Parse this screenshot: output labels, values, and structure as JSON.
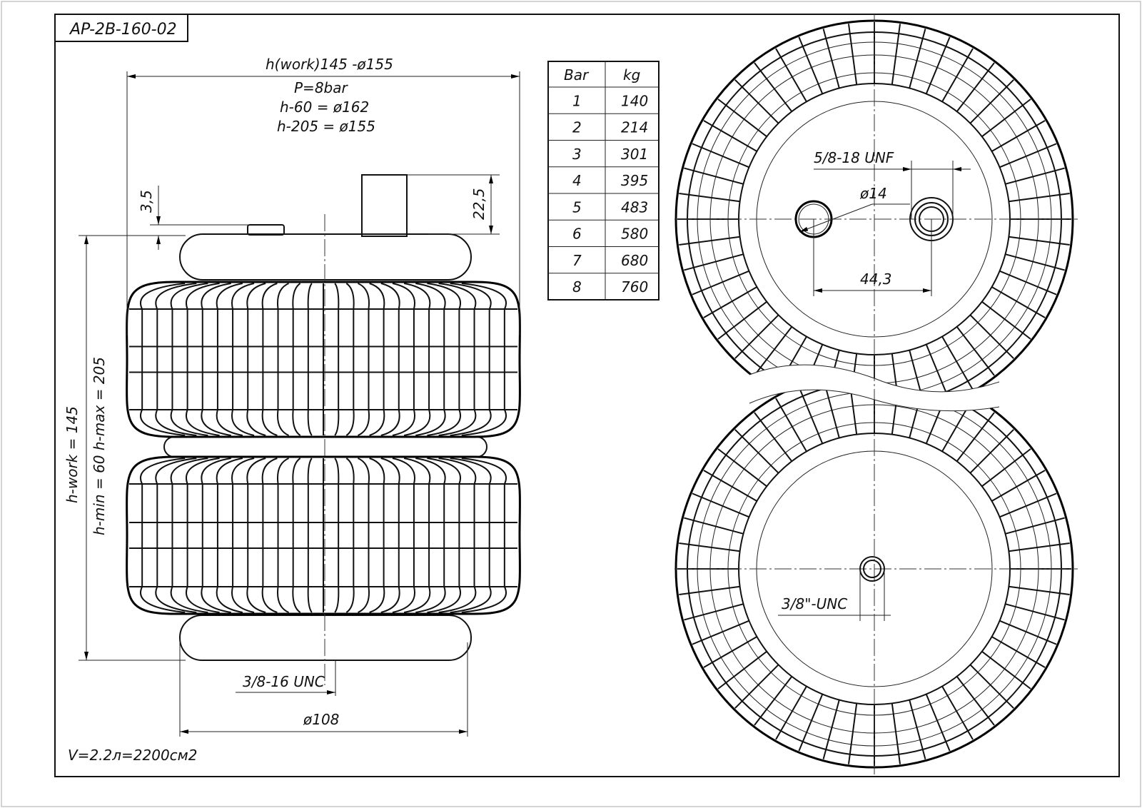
{
  "title": "AP-2B-160-02",
  "notes": {
    "top_dim": "h(work)145 -ø155",
    "pressure": "P=8bar",
    "h60": "h-60 = ø162",
    "h205": "h-205 = ø155",
    "volume": "V=2.2л=2200см2"
  },
  "dims": {
    "d35": "3,5",
    "d225": "22,5",
    "hwork": "h-work = 145",
    "hminmax": "h-min = 60   h-max = 205",
    "bottom_thread": "3/8-16 UNC",
    "d108": "ø108",
    "top_thread": "5/8-18 UNF",
    "d14": "ø14",
    "d443": "44,3",
    "bottom_view_thread": "3/8\"-UNC"
  },
  "table": {
    "headers": [
      "Bar",
      "kg"
    ],
    "rows": [
      [
        "1",
        "140"
      ],
      [
        "2",
        "214"
      ],
      [
        "3",
        "301"
      ],
      [
        "4",
        "395"
      ],
      [
        "5",
        "483"
      ],
      [
        "6",
        "580"
      ],
      [
        "7",
        "680"
      ],
      [
        "8",
        "760"
      ]
    ]
  }
}
